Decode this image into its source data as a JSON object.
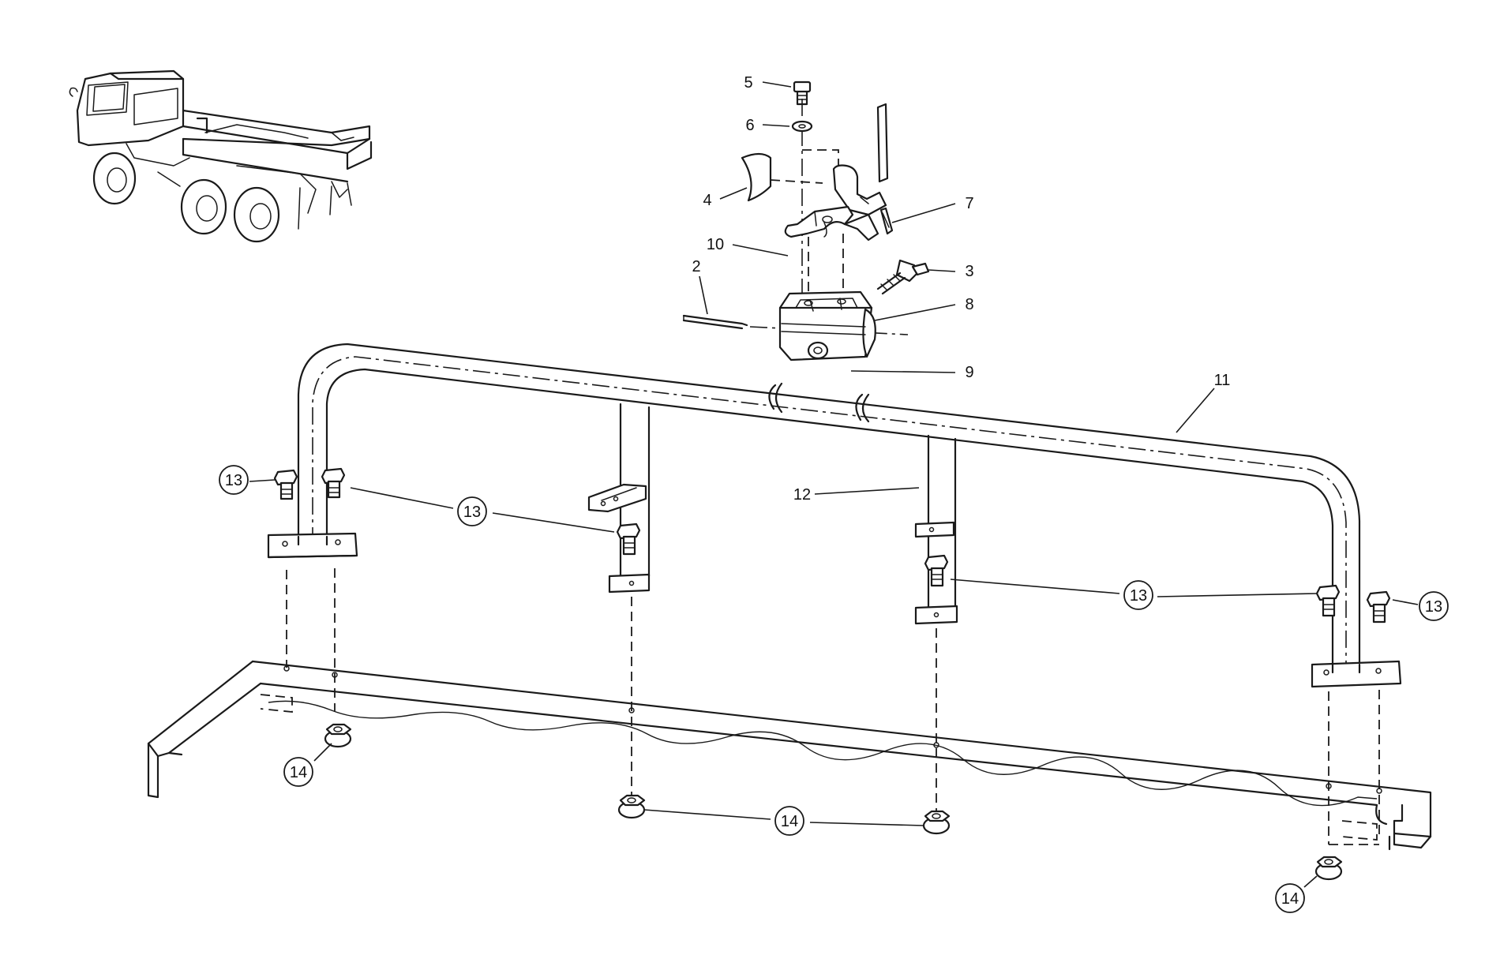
{
  "callouts": {
    "c5": "5",
    "c6": "6",
    "c4": "4",
    "c7": "7",
    "c10": "10",
    "c3": "3",
    "c2": "2",
    "c8": "8",
    "c9": "9",
    "c11": "11",
    "c12": "12",
    "c13a": "13",
    "c13b": "13",
    "c13c": "13",
    "c13d": "13",
    "c14a": "14",
    "c14b": "14",
    "c14c": "14"
  },
  "colors": {
    "line": "#1a1a1a",
    "background": "#ffffff"
  }
}
